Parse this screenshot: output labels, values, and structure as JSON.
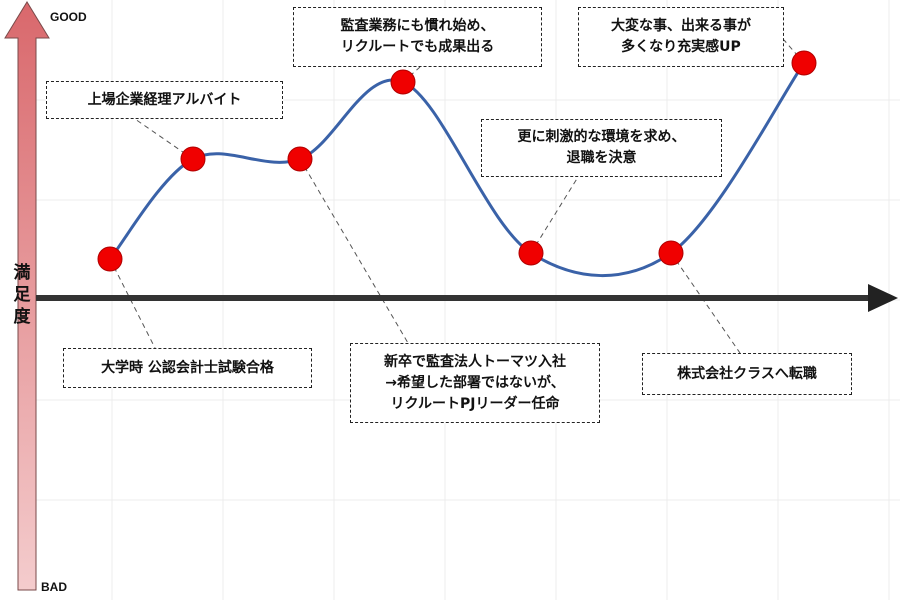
{
  "chart_data": {
    "type": "line",
    "title": "",
    "ylabel": "満足度",
    "ytop_label": "GOOD",
    "ybottom_label": "BAD",
    "ylim": [
      -2.9,
      2.9
    ],
    "smooth": true,
    "grid": true,
    "x": [
      1,
      2,
      3,
      4,
      5,
      6,
      7
    ],
    "values": [
      0.39,
      1.39,
      1.39,
      2.16,
      0.45,
      0.45,
      2.35
    ],
    "annotations": [
      {
        "point": 1,
        "lines": [
          "大学時 公認会計士試験合格"
        ]
      },
      {
        "point": 2,
        "lines": [
          "上場企業経理アルバイト"
        ]
      },
      {
        "point": 3,
        "lines": [
          "新卒で監査法人トーマツ入社",
          "→希望した部署ではないが、",
          "リクルートPJリーダー任命"
        ]
      },
      {
        "point": 4,
        "lines": [
          "監査業務にも慣れ始め、",
          "リクルートでも成果出る"
        ]
      },
      {
        "point": 5,
        "lines": [
          "更に刺激的な環境を求め、",
          "退職を決意"
        ]
      },
      {
        "point": 6,
        "lines": [
          "株式会社クラスへ転職"
        ]
      },
      {
        "point": 7,
        "lines": [
          "大変な事、出来る事が",
          "多くなり充実感UP"
        ]
      }
    ],
    "colors": {
      "line": "#3a62a8",
      "marker": "#f00000",
      "axis": "#333333",
      "yarrow_top": "#d9686c",
      "yarrow_bottom": "#f4cccd"
    }
  }
}
